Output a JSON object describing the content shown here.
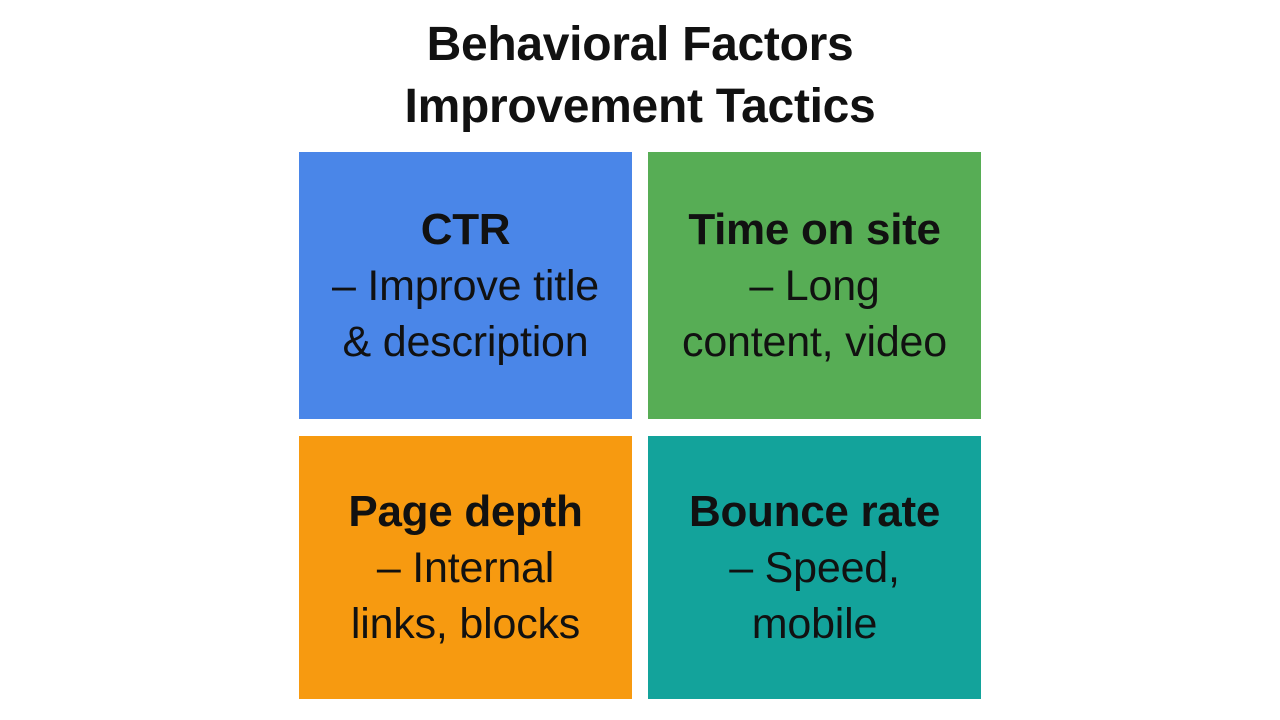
{
  "title": {
    "line1": "Behavioral Factors",
    "line2": "Improvement Tactics"
  },
  "quadrants": [
    {
      "heading": "CTR",
      "lines": [
        "– Improve title",
        "& description"
      ],
      "color": "#4a86e8"
    },
    {
      "heading": "Time on site",
      "lines": [
        "– Long",
        "content, video"
      ],
      "color": "#57ad55"
    },
    {
      "heading": "Page depth",
      "lines": [
        "– Internal",
        "links, blocks"
      ],
      "color": "#f79a10"
    },
    {
      "heading": "Bounce rate",
      "lines": [
        "– Speed,",
        "mobile"
      ],
      "color": "#13a39b"
    }
  ]
}
